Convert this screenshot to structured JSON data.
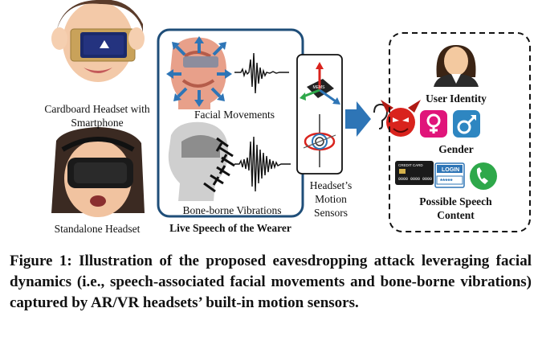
{
  "left_headsets": {
    "cardboard_label_line1": "Cardboard Headset with",
    "cardboard_label_line2": "Smartphone",
    "standalone_label": "Standalone Headset"
  },
  "live_speech_box": {
    "facial_movements_label": "Facial Movements",
    "bone_vibrations_label": "Bone-borne Vibrations",
    "box_title": "Live Speech of the Wearer"
  },
  "sensors": {
    "label_line1": "Headset’s",
    "label_line2": "Motion",
    "label_line3": "Sensors",
    "chip_text": "MEMS"
  },
  "inference_box": {
    "user_identity_label": "User Identity",
    "gender_label": "Gender",
    "speech_content_line1": "Possible Speech",
    "speech_content_line2": "Content",
    "credit_card_text": "CREDIT CARD",
    "card_number_text": "0000 0000 0000",
    "login_text": "LOGIN",
    "password_text": "*****"
  },
  "caption": "Figure 1: Illustration of the proposed eavesdropping attack leveraging facial dynamics (i.e., speech-associated facial movements and bone-borne vibrations) captured by AR/VR headsets’ built-in motion sensors.",
  "colors": {
    "box_border": "#1f4e79",
    "arrow_blue": "#2e75b6",
    "devil_red": "#d9231d",
    "female_pink": "#e0157a",
    "male_blue": "#2e86c1",
    "phone_green": "#2ea84a"
  }
}
